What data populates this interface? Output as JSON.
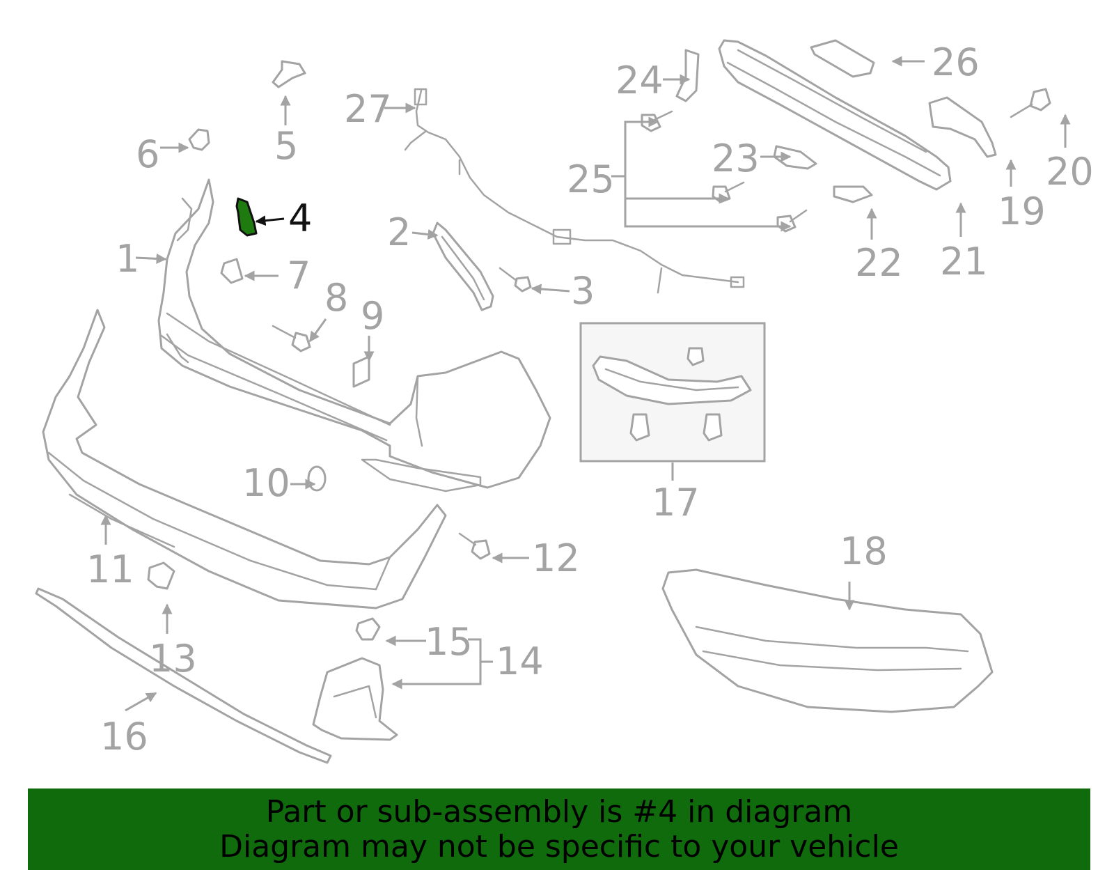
{
  "highlight": {
    "callout": "4",
    "color": "#1f7a10"
  },
  "callouts": [
    "1",
    "2",
    "3",
    "4",
    "5",
    "6",
    "7",
    "8",
    "9",
    "10",
    "11",
    "12",
    "13",
    "14",
    "15",
    "16",
    "17",
    "18",
    "19",
    "20",
    "21",
    "22",
    "23",
    "24",
    "25",
    "26",
    "27"
  ],
  "banner": {
    "line1": "Part or sub-assembly is #4 in diagram",
    "line2": "Diagram may not be specific to your vehicle",
    "background": "#0f6b0c"
  }
}
